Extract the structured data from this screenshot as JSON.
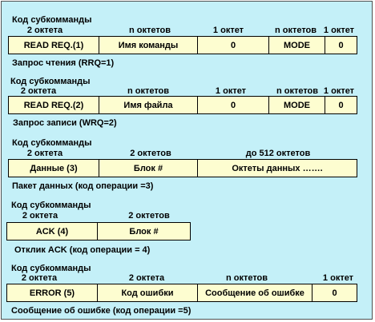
{
  "colors": {
    "background": "#c4f0f8",
    "cell_fill": "#fdfdd0",
    "border": "#000000"
  },
  "rrq": {
    "code_title": "Код субкомманды",
    "headers": [
      "2 октета",
      "n октетов",
      "1 октет",
      "n октетов",
      "1 октет"
    ],
    "cells": [
      "READ REQ.(1)",
      "Имя команды",
      "0",
      "MODE",
      "0"
    ],
    "caption": "Запрос чтения (RRQ=1)"
  },
  "wrq": {
    "code_title": "Код субкомманды",
    "headers": [
      "2 октета",
      "n октетов",
      "1 октет",
      "n октетов",
      "1 октет"
    ],
    "cells": [
      "READ REQ.(2)",
      "Имя файла",
      "0",
      "MODE",
      "0"
    ],
    "caption": "Запрос записи (WRQ=2)"
  },
  "data": {
    "code_title": "Код субкомманды",
    "headers": [
      "2 октета",
      "2 октетов",
      "до 512 октетов"
    ],
    "cells": [
      "Данные (3)",
      "Блок  #",
      "Октеты данных   ……."
    ],
    "caption": "Пакет данных (код операции =3)"
  },
  "ack": {
    "code_title": "Код субкомманды",
    "headers": [
      "2 октета",
      "2 октетов"
    ],
    "cells": [
      "ACK (4)",
      "Блок  #"
    ],
    "caption": "Отклик ACK (код операции = 4)"
  },
  "error": {
    "code_title": "Код субкомманды",
    "headers": [
      "2 октета",
      "2 октета",
      "n октетов",
      "1 октет"
    ],
    "cells": [
      "ERROR  (5)",
      "Код ошибки",
      "Сообщение об ошибке",
      "0"
    ],
    "caption": "Сообщение об ошибке (код операции =5)"
  }
}
